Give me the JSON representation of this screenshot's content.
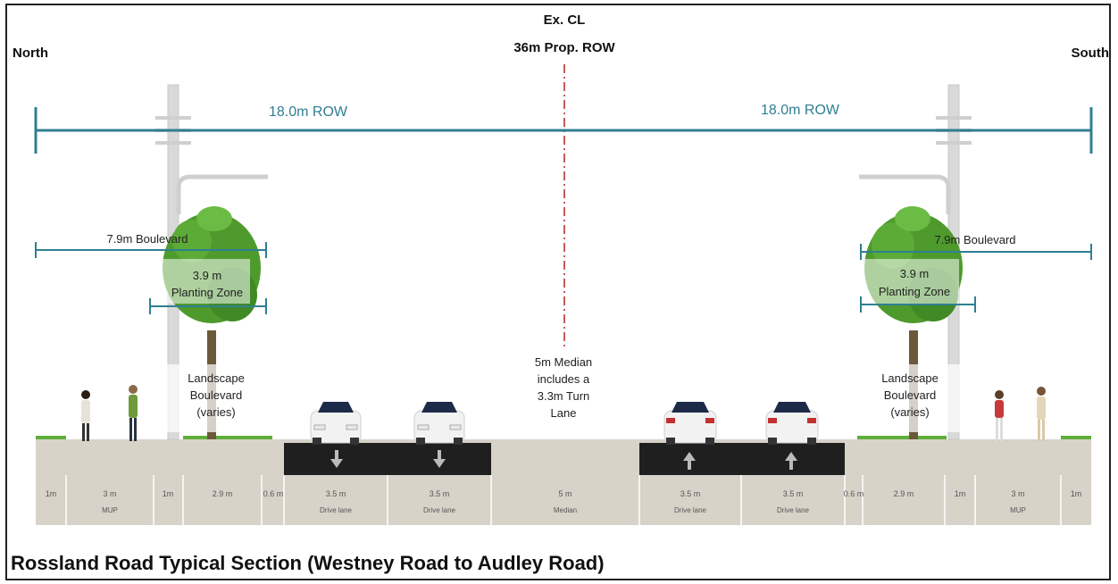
{
  "labels": {
    "centerline": "Ex. CL",
    "row_total": "36m Prop. ROW",
    "north": "North",
    "south": "South",
    "row_left": "18.0m ROW",
    "row_right": "18.0m ROW",
    "boulevard_left": "7.9m Boulevard",
    "boulevard_right": "7.9m Boulevard",
    "planting_left_width": "3.9 m",
    "planting_left_label": "Planting  Zone",
    "planting_right_width": "3.9 m",
    "planting_right_label": "Planting  Zone",
    "landscape_left": [
      "Landscape",
      "Boulevard",
      "(varies)"
    ],
    "landscape_right": [
      "Landscape",
      "Boulevard",
      "(varies)"
    ],
    "median_note": [
      "5m Median",
      "includes a",
      "3.3m Turn",
      "Lane"
    ]
  },
  "segments": [
    {
      "width": "1m",
      "name": ""
    },
    {
      "width": "3 m",
      "name": "MUP"
    },
    {
      "width": "1m",
      "name": ""
    },
    {
      "width": "2.9 m",
      "name": ""
    },
    {
      "width": "0.6 m",
      "name": ""
    },
    {
      "width": "3.5 m",
      "name": "Drive lane"
    },
    {
      "width": "3.5 m",
      "name": "Drive lane"
    },
    {
      "width": "5 m",
      "name": "Median"
    },
    {
      "width": "3.5 m",
      "name": "Drive lane"
    },
    {
      "width": "3.5 m",
      "name": "Drive lane"
    },
    {
      "width": "0.6 m",
      "name": ""
    },
    {
      "width": "2.9 m",
      "name": ""
    },
    {
      "width": "1m",
      "name": ""
    },
    {
      "width": "3 m",
      "name": "MUP"
    },
    {
      "width": "1m",
      "name": ""
    }
  ],
  "caption": "Rossland Road Typical Section (Westney Road to Audley Road)",
  "colors": {
    "dimension_teal": "#2f7f92",
    "asphalt": "#1f1f1f",
    "sidewalk": "#d8d3c9",
    "tree_green": "#4e9a2c",
    "centerline_red": "#b02525"
  }
}
